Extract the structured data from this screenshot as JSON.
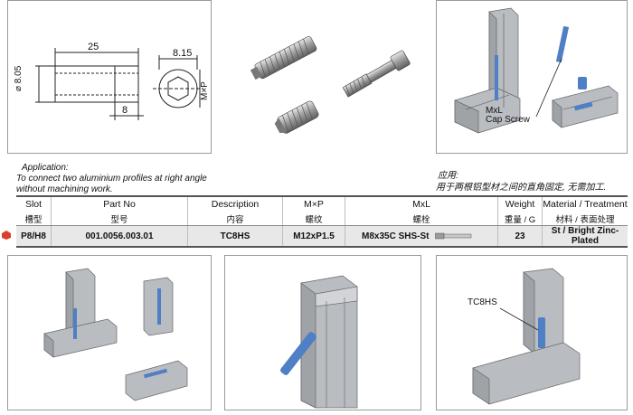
{
  "drawing": {
    "dim_length": "25",
    "dim_width": "8.15",
    "dim_diameter": "⌀ 8.05",
    "dim_thread_len": "8",
    "dim_thread": "M×P"
  },
  "assembly_callout": {
    "line1": "MxL",
    "line2": "Cap Screw"
  },
  "application": {
    "title_en": "Application:",
    "text_en_1": "To connect two aluminium profiles at right angle",
    "text_en_2": "without machining work.",
    "title_cn": "应用:",
    "text_cn": "用于两根铝型材之间的直角固定, 无需加工."
  },
  "table": {
    "headers_en": [
      "Slot",
      "Part No",
      "Description",
      "M×P",
      "MxL",
      "Weight",
      "Material / Treatment"
    ],
    "headers_cn": [
      "槽型",
      "型号",
      "内容",
      "螺纹",
      "螺栓",
      "重量 / G",
      "材料 / 表面处理"
    ],
    "row": {
      "slot": "P8/H8",
      "part_no": "001.0056.003.01",
      "description": "TC8HS",
      "thread": "M12xP1.5",
      "screw": "M8x35C SHS-St",
      "weight": "23",
      "material": "St / Bright Zinc-Plated"
    }
  },
  "bottom_callout": "TC8HS",
  "colors": {
    "profile_gray": "#b9bcc0",
    "screw_blue": "#4f7fc4",
    "border": "#9a9a9a",
    "row_bg": "#e8e8e8"
  }
}
